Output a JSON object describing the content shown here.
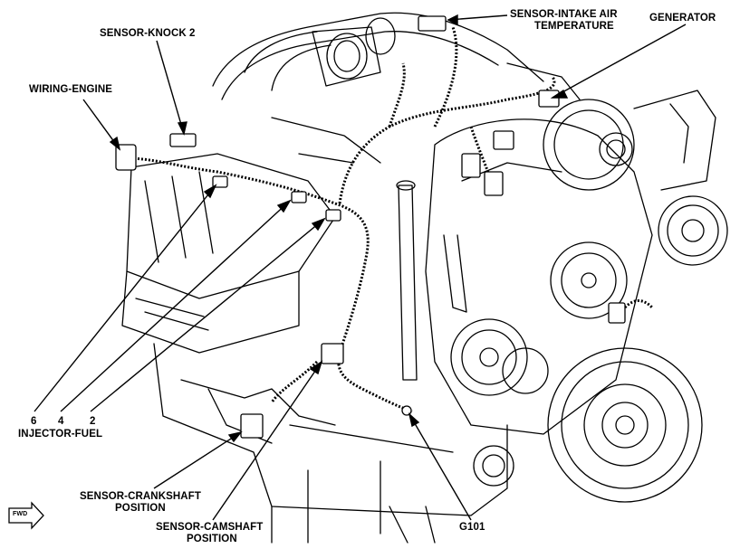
{
  "labels": {
    "sensor_intake_air_line1": "SENSOR-INTAKE AIR",
    "sensor_intake_air_line2": "TEMPERATURE",
    "generator": "GENERATOR",
    "sensor_knock_2": "SENSOR-KNOCK 2",
    "wiring_engine": "WIRING-ENGINE",
    "injector_number_6": "6",
    "injector_number_4": "4",
    "injector_number_2": "2",
    "injector_fuel": "INJECTOR-FUEL",
    "sensor_crankshaft_line1": "SENSOR-CRANKSHAFT",
    "sensor_crankshaft_line2": "POSITION",
    "sensor_camshaft_line1": "SENSOR-CAMSHAFT",
    "sensor_camshaft_line2": "POSITION",
    "g101": "G101",
    "fwd": "FWD"
  },
  "colors": {
    "ink": "#000000",
    "paper": "#ffffff"
  }
}
